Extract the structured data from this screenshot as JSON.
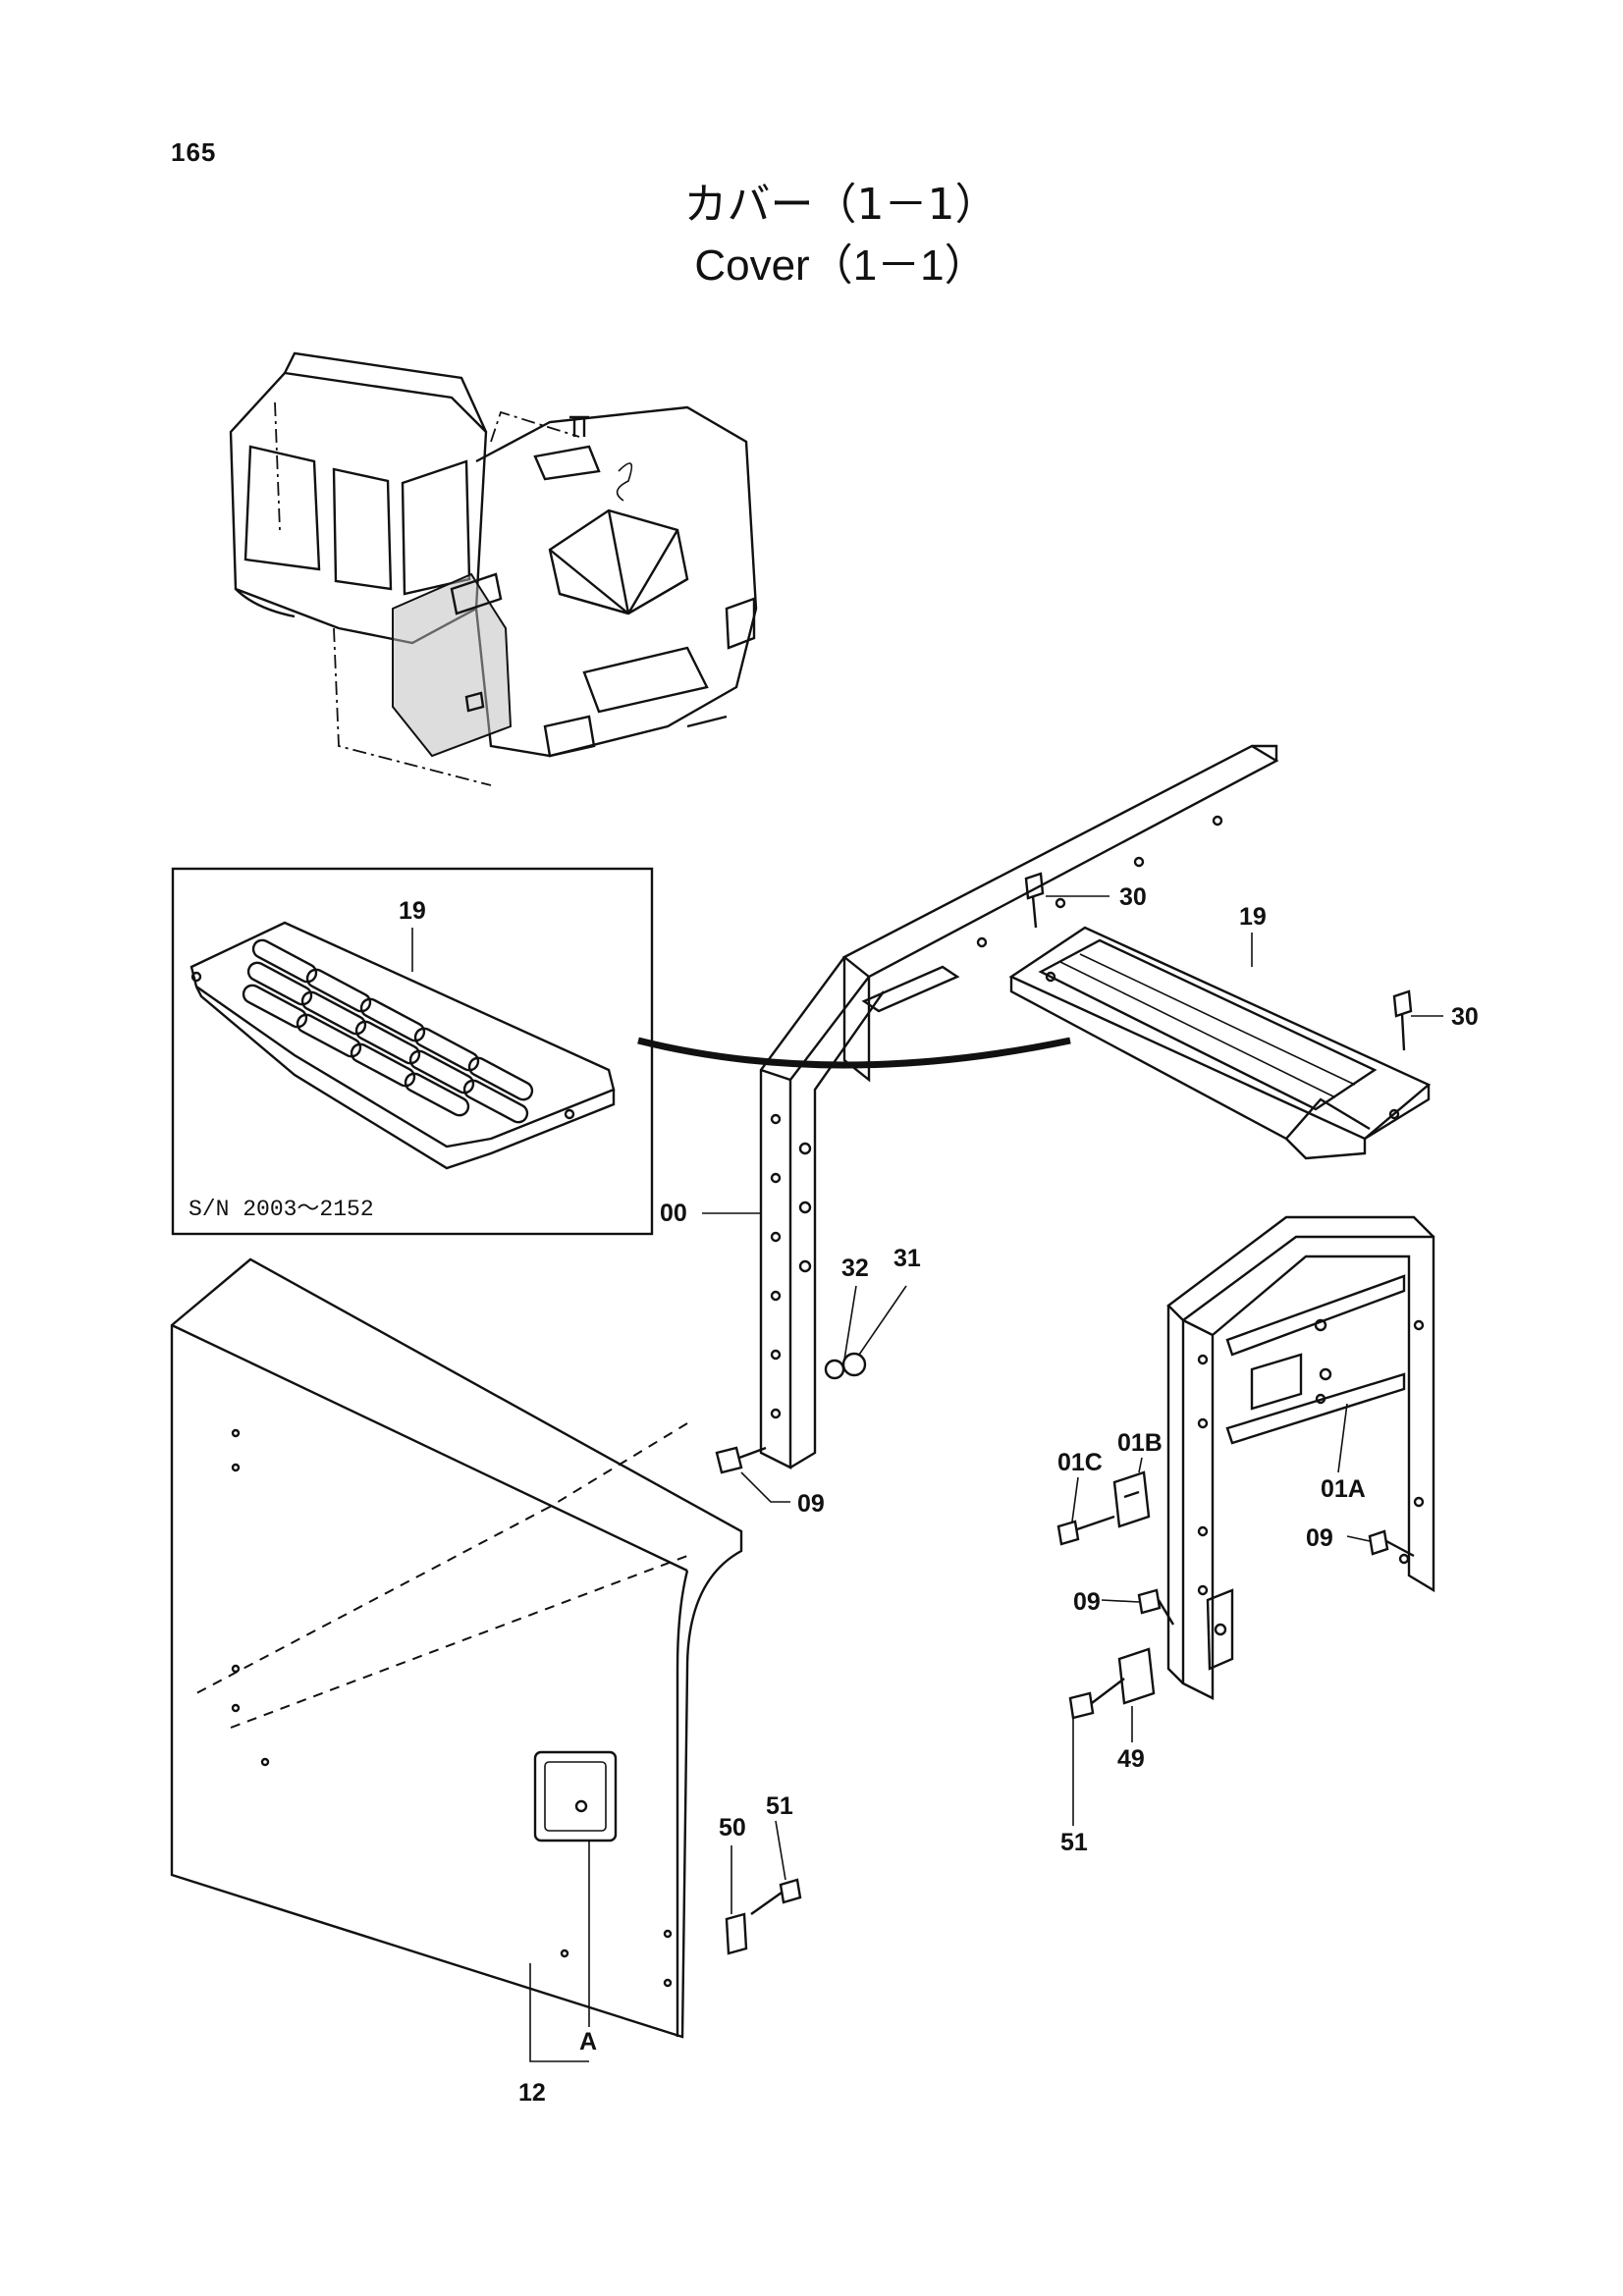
{
  "page": {
    "number": "165"
  },
  "title": {
    "japanese": "カバー（1－1）",
    "english": "Cover（1－1）"
  },
  "inset": {
    "serial_range": "S/N 2003～2152",
    "part_label": "19"
  },
  "part_labels": {
    "p30a": "30",
    "p30b": "30",
    "p19": "19",
    "p00": "00",
    "p32": "32",
    "p31": "31",
    "p09a": "09",
    "p09b": "09",
    "p09c": "09",
    "p01b": "01B",
    "p01c": "01C",
    "p01a": "01A",
    "p49": "49",
    "p51a": "51",
    "p51b": "51",
    "p50": "50",
    "pA": "A",
    "p12": "12"
  }
}
